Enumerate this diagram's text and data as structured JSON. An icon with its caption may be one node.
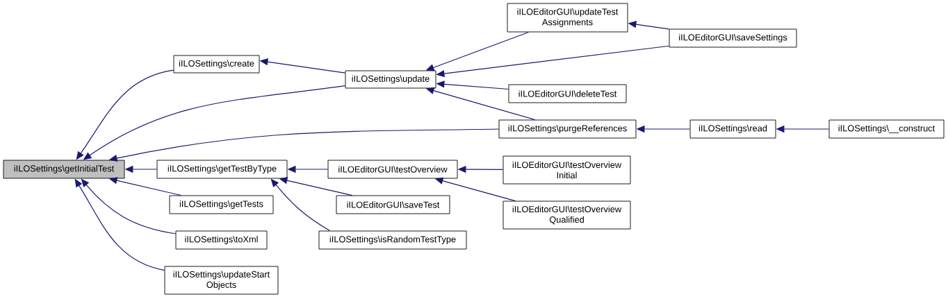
{
  "diagram": {
    "nodes": [
      {
        "text": [
          "iILOSettings\\getInitialTest"
        ]
      },
      {
        "text": [
          "iILOSettings\\create"
        ]
      },
      {
        "text": [
          "iILOSettings\\update"
        ]
      },
      {
        "text": [
          "iILOSettings\\getTestByType"
        ]
      },
      {
        "text": [
          "iILOSettings\\getTests"
        ]
      },
      {
        "text": [
          "iILOSettings\\toXml"
        ]
      },
      {
        "text": [
          "iILOSettings\\updateStart Objects"
        ]
      },
      {
        "text": [
          "iILOEditorGUI\\updateTest Assignments"
        ]
      },
      {
        "text": [
          "iILOEditorGUI\\deleteTest"
        ]
      },
      {
        "text": [
          "iILOSettings\\purgeReferences"
        ]
      },
      {
        "text": [
          "iILOEditorGUI\\testOverview"
        ]
      },
      {
        "text": [
          "iILOEditorGUI\\saveTest"
        ]
      },
      {
        "text": [
          "iILOSettings\\isRandomTestType"
        ]
      },
      {
        "text": [
          "iILOEditorGUI\\saveSettings"
        ]
      },
      {
        "text": [
          "iILOEditorGUI\\testOverview Initial"
        ]
      },
      {
        "text": [
          "iILOEditorGUI\\testOverview Qualified"
        ]
      },
      {
        "text": [
          "iILOSettings\\read"
        ]
      },
      {
        "text": [
          "iILOSettings\\__construct"
        ]
      }
    ],
    "edges": [
      {
        "from": 1,
        "to": 0,
        "arrow": "to"
      },
      {
        "from": 2,
        "to": 0,
        "arrow": "to"
      },
      {
        "from": 9,
        "to": 0,
        "arrow": "to"
      },
      {
        "from": 3,
        "to": 0,
        "arrow": "to"
      },
      {
        "from": 4,
        "to": 0,
        "arrow": "to"
      },
      {
        "from": 5,
        "to": 0,
        "arrow": "to"
      },
      {
        "from": 6,
        "to": 0,
        "arrow": "to"
      },
      {
        "from": 2,
        "to": 1,
        "arrow": "to"
      },
      {
        "from": 7,
        "to": 2,
        "arrow": "to"
      },
      {
        "from": 13,
        "to": 2,
        "arrow": "to"
      },
      {
        "from": 8,
        "to": 2,
        "arrow": "to"
      },
      {
        "from": 9,
        "to": 2,
        "arrow": "to"
      },
      {
        "from": 13,
        "to": 7,
        "arrow": "to"
      },
      {
        "from": 10,
        "to": 3,
        "arrow": "to"
      },
      {
        "from": 11,
        "to": 3,
        "arrow": "to"
      },
      {
        "from": 12,
        "to": 3,
        "arrow": "to"
      },
      {
        "from": 14,
        "to": 10,
        "arrow": "to"
      },
      {
        "from": 15,
        "to": 10,
        "arrow": "to"
      },
      {
        "from": 16,
        "to": 9,
        "arrow": "to"
      },
      {
        "from": 17,
        "to": 16,
        "arrow": "to"
      }
    ]
  }
}
